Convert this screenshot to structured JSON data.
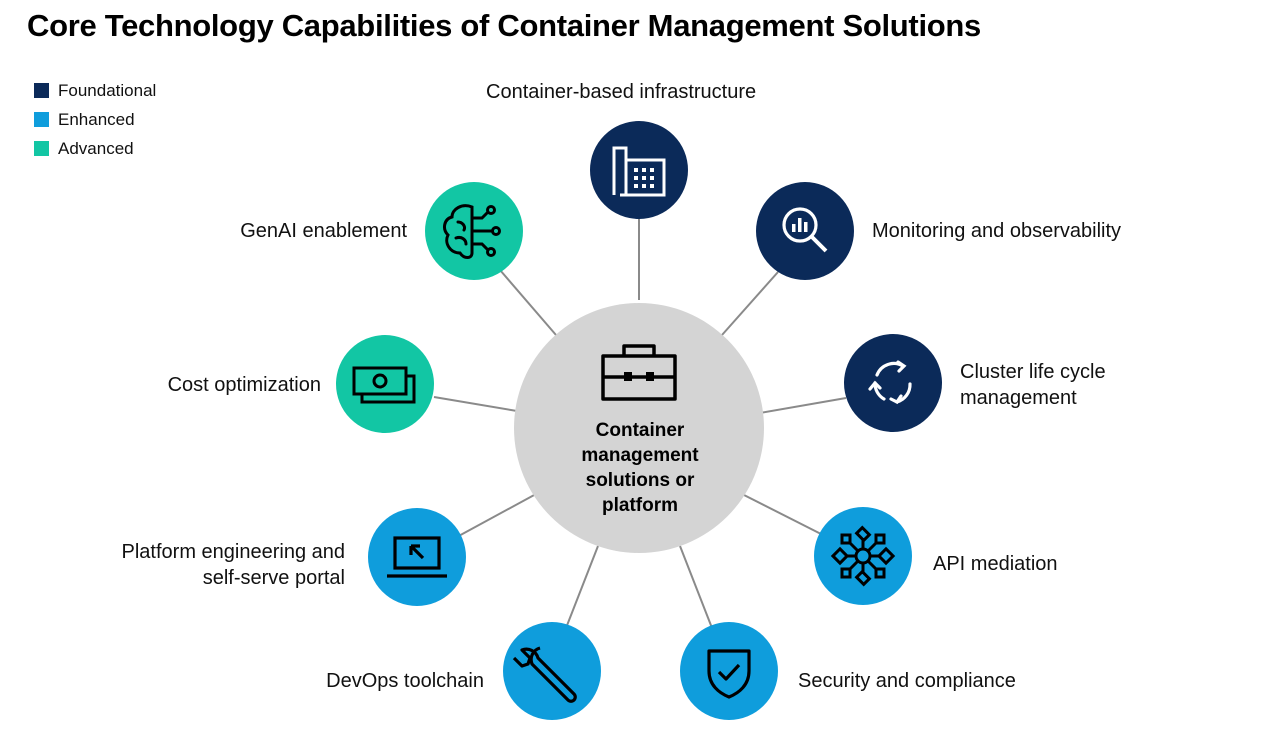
{
  "title": "Core Technology Capabilities of Container Management Solutions",
  "legend": [
    {
      "label": "Foundational",
      "color": "#0b2a59"
    },
    {
      "label": "Enhanced",
      "color": "#0f9ddc"
    },
    {
      "label": "Advanced",
      "color": "#12c6a4"
    }
  ],
  "hub": {
    "line1": "Container",
    "line2": "management",
    "line3": "solutions or",
    "line4": "platform",
    "icon": "briefcase-icon"
  },
  "capabilities": [
    {
      "label": "Container-based infrastructure",
      "tier": "Foundational",
      "icon": "building-icon"
    },
    {
      "label": "Monitoring and observability",
      "tier": "Foundational",
      "icon": "magnifier-chart-icon"
    },
    {
      "label_line1": "Cluster life cycle",
      "label_line2": "management",
      "tier": "Foundational",
      "icon": "cycle-arrows-icon"
    },
    {
      "label": "API mediation",
      "tier": "Enhanced",
      "icon": "network-hub-icon"
    },
    {
      "label": "Security and compliance",
      "tier": "Enhanced",
      "icon": "shield-check-icon"
    },
    {
      "label": "DevOps toolchain",
      "tier": "Enhanced",
      "icon": "wrench-icon"
    },
    {
      "label_line1": "Platform engineering and",
      "label_line2": "self-serve portal",
      "tier": "Enhanced",
      "icon": "laptop-cursor-icon"
    },
    {
      "label": "Cost optimization",
      "tier": "Advanced",
      "icon": "money-icon"
    },
    {
      "label": "GenAI enablement",
      "tier": "Advanced",
      "icon": "brain-circuit-icon"
    }
  ]
}
